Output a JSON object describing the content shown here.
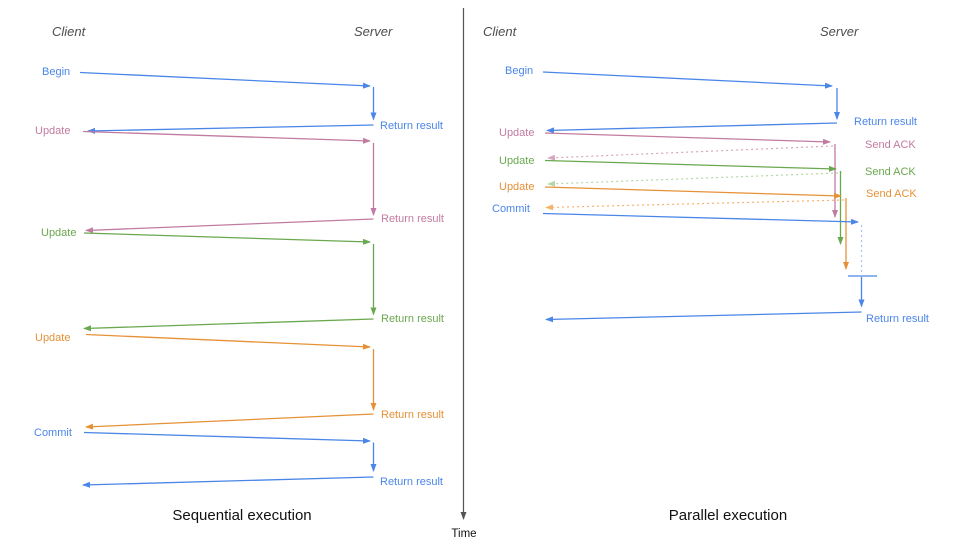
{
  "left": {
    "client_label": "Client",
    "server_label": "Server",
    "caption": "Sequential execution",
    "messages": [
      {
        "label": "Begin",
        "response": "Return result",
        "color": "#4a86e8"
      },
      {
        "label": "Update",
        "response": "Return result",
        "color": "#c27ba0"
      },
      {
        "label": "Update",
        "response": "Return result",
        "color": "#6aa84f"
      },
      {
        "label": "Update",
        "response": "Return result",
        "color": "#e69138"
      },
      {
        "label": "Commit",
        "response": "Return result",
        "color": "#4a86e8"
      }
    ]
  },
  "right": {
    "client_label": "Client",
    "server_label": "Server",
    "caption": "Parallel execution",
    "messages": [
      {
        "label": "Begin",
        "response": "Return result",
        "color": "#4a86e8"
      },
      {
        "label": "Update",
        "response": "Send ACK",
        "color": "#c27ba0"
      },
      {
        "label": "Update",
        "response": "Send ACK",
        "color": "#6aa84f"
      },
      {
        "label": "Update",
        "response": "Send ACK",
        "color": "#e69138"
      },
      {
        "label": "Commit",
        "response": "Return result",
        "color": "#4a86e8"
      }
    ]
  },
  "time_axis": {
    "label": "Time"
  },
  "colors": {
    "blue": "#4a86e8",
    "magenta": "#c27ba0",
    "green": "#6aa84f",
    "orange": "#e69138",
    "blue_light": "#a4c2f4",
    "magenta_light": "#d5a6bd",
    "green_light": "#b6d7a8",
    "orange_light": "#f6b26b",
    "axis_gray": "#555555",
    "heading_gray": "#4d4d4d",
    "caption_black": "#111111"
  }
}
